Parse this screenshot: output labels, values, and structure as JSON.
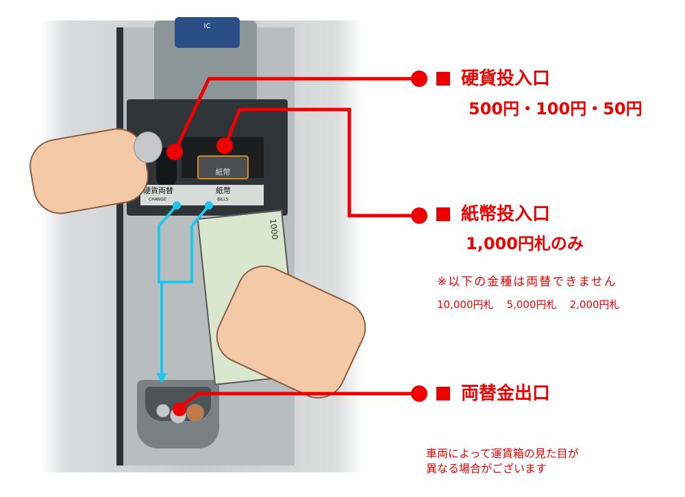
{
  "machine_labels": {
    "coin_change": "硬貨両替",
    "coin_change_en": "CHANGE",
    "bills": "紙幣",
    "bills_en": "BILLS",
    "bill_slot_icon": "紙幣",
    "ic_reader": "IC",
    "bill_note": "1000"
  },
  "callouts": [
    {
      "title": "硬貨投入口",
      "detail": "500円・100円・50円"
    },
    {
      "title": "紙幣投入口",
      "detail": "1,000円札のみ"
    },
    {
      "title": "両替金出口"
    }
  ],
  "note": {
    "heading": "※以下の金種は両替できません",
    "items": [
      "10,000円札",
      "5,000円札",
      "2,000円札"
    ]
  },
  "footer": [
    "車両によって運賃箱の見た目が",
    "異なる場合がございます"
  ],
  "colors": {
    "callout_red": "#e00000",
    "flow_cyan": "#1ec8e8"
  }
}
